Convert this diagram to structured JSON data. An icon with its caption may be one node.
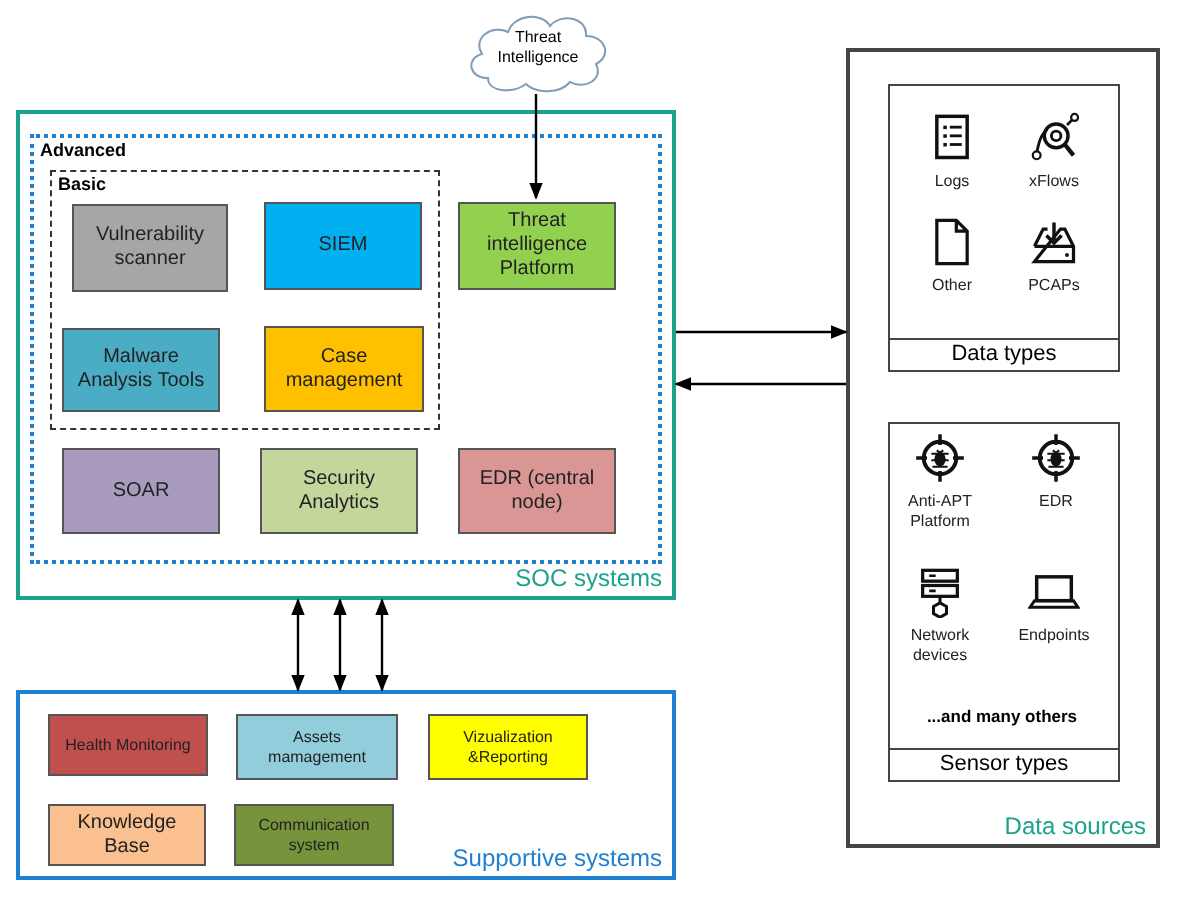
{
  "diagram": {
    "nodes": [
      {
        "text": [
          "Threat Intelligence"
        ]
      },
      {
        "text": [
          "SOC systems"
        ]
      },
      {
        "text": [
          "Advanced"
        ],
        "in": 1
      },
      {
        "text": [
          "Basic"
        ],
        "in": 2
      },
      {
        "text": [
          "Vulnerability scanner"
        ],
        "in": 3
      },
      {
        "text": [
          "SIEM"
        ],
        "in": 3
      },
      {
        "text": [
          "Malware Analysis Tools"
        ],
        "in": 3
      },
      {
        "text": [
          "Case management"
        ],
        "in": 3
      },
      {
        "text": [
          "Threat intelligence Platform"
        ],
        "in": 2
      },
      {
        "text": [
          "SOAR"
        ],
        "in": 2
      },
      {
        "text": [
          "Security Analytics"
        ],
        "in": 2
      },
      {
        "text": [
          "EDR (central node)"
        ],
        "in": 2
      },
      {
        "text": [
          "Supportive systems"
        ]
      },
      {
        "text": [
          "Health Monitoring"
        ],
        "in": 12
      },
      {
        "text": [
          "Assets mamagement"
        ],
        "in": 12
      },
      {
        "text": [
          "Vizualization &Reporting"
        ],
        "in": 12
      },
      {
        "text": [
          "Knowledge Base"
        ],
        "in": 12
      },
      {
        "text": [
          "Communication system"
        ],
        "in": 12
      },
      {
        "text": [
          "Data sources"
        ]
      },
      {
        "text": [
          "Data types"
        ],
        "in": 18
      },
      {
        "text": [
          "Logs"
        ],
        "in": 19
      },
      {
        "text": [
          "xFlows"
        ],
        "in": 19
      },
      {
        "text": [
          "Other"
        ],
        "in": 19
      },
      {
        "text": [
          "PCAPs"
        ],
        "in": 19
      },
      {
        "text": [
          "Sensor types"
        ],
        "in": 18
      },
      {
        "text": [
          "Anti-APT Platform"
        ],
        "in": 24
      },
      {
        "text": [
          "EDR"
        ],
        "in": 24
      },
      {
        "text": [
          "Network devices"
        ],
        "in": 24
      },
      {
        "text": [
          "Endpoints"
        ],
        "in": 24
      }
    ],
    "edges": [
      {
        "from": 0,
        "to": 8,
        "arrow": "to"
      },
      {
        "from": 1,
        "to": 18,
        "arrow": "to"
      },
      {
        "from": 18,
        "to": 1,
        "arrow": "to"
      },
      {
        "from": 1,
        "to": 12,
        "arrow": "both"
      },
      {
        "from": 1,
        "to": 12,
        "arrow": "both"
      },
      {
        "from": 1,
        "to": 12,
        "arrow": "both"
      }
    ],
    "labels": [
      "...and many others"
    ]
  }
}
